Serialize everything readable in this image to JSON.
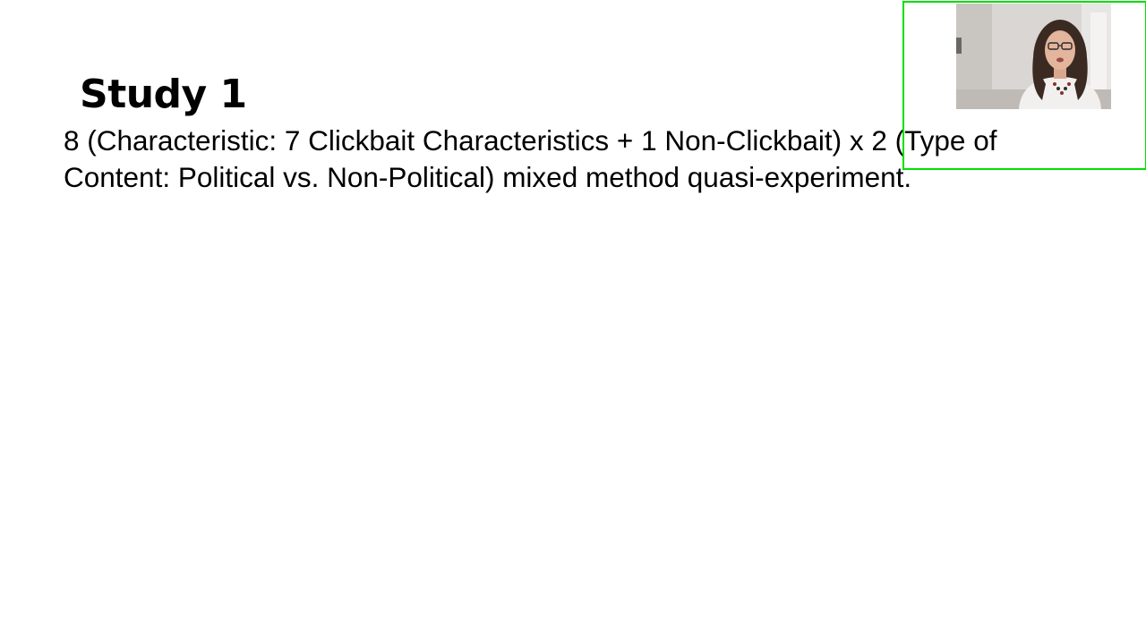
{
  "slide": {
    "title": "Study 1",
    "body": "8 (Characteristic: 7 Clickbait Characteristics + 1 Non-Clickbait) x 2 (Type of Content: Political vs. Non-Political) mixed method quasi-experiment."
  },
  "webcam": {
    "border_color": "#00e000",
    "icon": "presenter-video"
  }
}
